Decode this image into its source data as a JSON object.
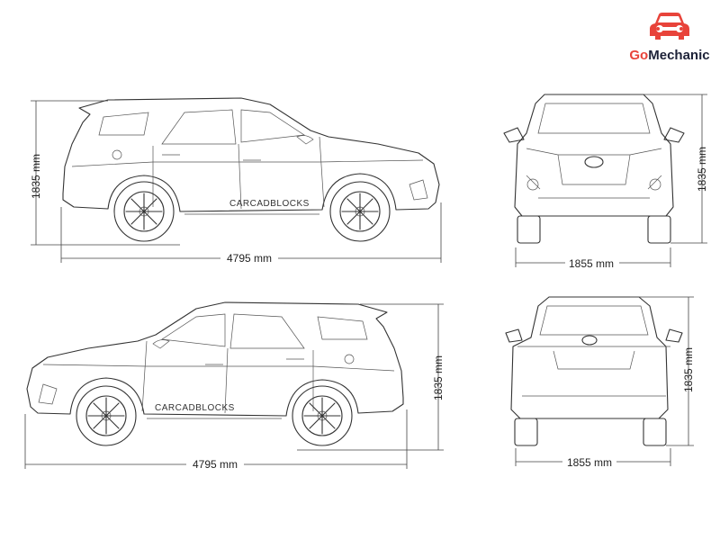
{
  "logo": {
    "part1": "Go",
    "part2": "Mechanic",
    "icon": "car-wrench-icon",
    "brand_color": "#e8433a",
    "text_color": "#1d2238"
  },
  "views": {
    "side_top": {
      "height": "1835 mm",
      "length": "4795 mm",
      "watermark": "CARCADBLOCKS"
    },
    "front": {
      "height": "1835 mm",
      "width": "1855 mm"
    },
    "side_bottom": {
      "height": "1835 mm",
      "length": "4795 mm",
      "watermark": "CARCADBLOCKS"
    },
    "rear": {
      "height": "1835 mm",
      "width": "1855 mm"
    }
  }
}
